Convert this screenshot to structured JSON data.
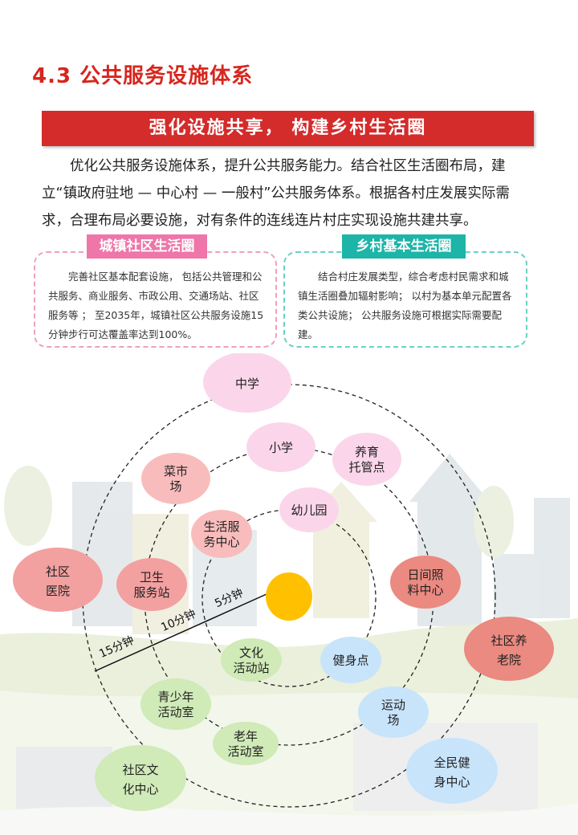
{
  "title": "4.3 公共服务设施体系",
  "banner": "强化设施共享， 构建乡村生活圈",
  "intro": "优化公共服务设施体系，提升公共服务能力。结合社区生活圈布局，建立“镇政府驻地 — 中心村 — 一般村”公共服务体系。根据各村庄发展实际需求，合理布局必要设施，对有条件的连线连片村庄实现设施共建共享。",
  "urban": {
    "tag": "城镇社区生活圈",
    "text": "完善社区基本配套设施， 包括公共管理和公共服务、商业服务、市政公用、交通场站、社区服务等 ；  至2035年，城镇社区公共服务设施15分钟步行可达覆盖率达到100%。"
  },
  "rural": {
    "tag": "乡村基本生活圈",
    "text": "结合村庄发展类型，综合考虑村民需求和城镇生活圈叠加辐射影响； 以村为基本单元配置各类公共设施； 公共服务设施可根据实际需要配建。"
  },
  "diagram": {
    "rings": [
      "5分钟",
      "10分钟",
      "15分钟"
    ],
    "colors": {
      "pink": "#fbd6ea",
      "salmon": "#f9bcbc",
      "red": "#f3a0a0",
      "deep": "#ea8a80",
      "green": "#d0eab8",
      "blue": "#c8e4fb",
      "center": "#ffc000"
    },
    "facilities": [
      {
        "lines": [
          "中学"
        ],
        "color": "pink",
        "big": true
      },
      {
        "lines": [
          "小学"
        ],
        "color": "pink"
      },
      {
        "lines": [
          "养育",
          "托管点"
        ],
        "color": "pink"
      },
      {
        "lines": [
          "菜市",
          "场"
        ],
        "color": "salmon"
      },
      {
        "lines": [
          "幼儿园"
        ],
        "color": "pink"
      },
      {
        "lines": [
          "生活服",
          "务中心"
        ],
        "color": "salmon"
      },
      {
        "lines": [
          "社区",
          "医院"
        ],
        "color": "red",
        "big": true
      },
      {
        "lines": [
          "卫生",
          "服务站"
        ],
        "color": "red"
      },
      {
        "lines": [
          "日间照",
          "料中心"
        ],
        "color": "deep"
      },
      {
        "lines": [
          "社区养",
          "老院"
        ],
        "color": "deep",
        "big": true
      },
      {
        "lines": [
          "文化",
          "活动站"
        ],
        "color": "green"
      },
      {
        "lines": [
          "健身点"
        ],
        "color": "blue"
      },
      {
        "lines": [
          "青少年",
          "活动室"
        ],
        "color": "green"
      },
      {
        "lines": [
          "运动",
          "场"
        ],
        "color": "blue"
      },
      {
        "lines": [
          "老年",
          "活动室"
        ],
        "color": "green"
      },
      {
        "lines": [
          "社区文",
          "化中心"
        ],
        "color": "green",
        "big": true
      },
      {
        "lines": [
          "全民健",
          "身中心"
        ],
        "color": "blue",
        "big": true
      }
    ]
  }
}
